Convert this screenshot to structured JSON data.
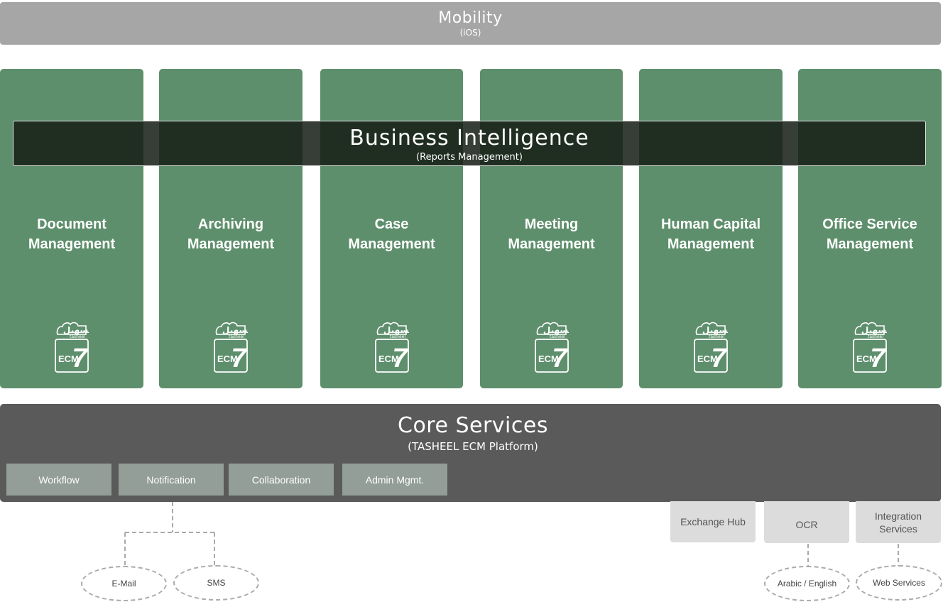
{
  "mobility": {
    "title": "Mobility",
    "subtitle": "(iOS)"
  },
  "business_intelligence": {
    "title": "Business Intelligence",
    "subtitle": "(Reports Management)"
  },
  "modules": [
    {
      "line1": "Document",
      "line2": "Management"
    },
    {
      "line1": "Archiving",
      "line2": "Management"
    },
    {
      "line1": "Case",
      "line2": "Management"
    },
    {
      "line1": "Meeting",
      "line2": "Management"
    },
    {
      "line1": "Human Capital",
      "line2": "Management"
    },
    {
      "line1": "Office Service",
      "line2": "Management"
    }
  ],
  "logo": {
    "brand": "tasheel",
    "product": "ECM",
    "version": "7",
    "arabic": "تسهيل"
  },
  "core_services": {
    "title": "Core Services",
    "subtitle": "(TASHEEL ECM  Platform)",
    "services": [
      "Workflow",
      "Notification",
      "Collaboration",
      "Admin Mgmt."
    ]
  },
  "side_services": [
    "Exchange Hub",
    "OCR",
    "Integration Services"
  ],
  "endpoints": [
    "E-Mail",
    "SMS",
    "Arabic / English",
    "Web Services"
  ],
  "colors": {
    "module_green": "#5e8f6c",
    "mobility_gray": "#a6a6a6",
    "core_gray": "#5a5a5a",
    "service_gray": "#939e98",
    "side_gray": "#dcdcdc"
  }
}
